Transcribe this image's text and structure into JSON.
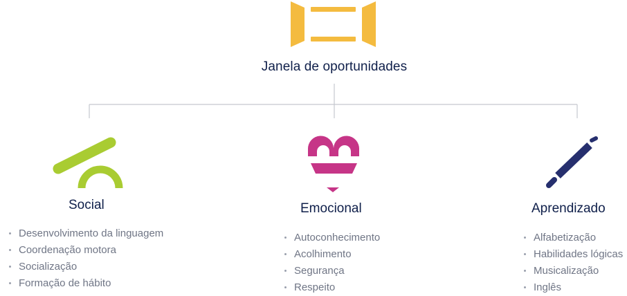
{
  "root": {
    "title": "Janela de oportunidades",
    "icon": "window-icon",
    "color": "#f4bb3f"
  },
  "branches": [
    {
      "title": "Social",
      "icon": "seesaw-icon",
      "color": "#a9cc32",
      "items": [
        "Desenvolvimento da linguagem",
        "Coordenação motora",
        "Socialização",
        "Formação de hábito"
      ]
    },
    {
      "title": "Emocional",
      "icon": "heart-icon",
      "color": "#c63587",
      "items": [
        "Autoconhecimento",
        "Acolhimento",
        "Segurança",
        "Respeito"
      ]
    },
    {
      "title": "Aprendizado",
      "icon": "pencil-icon",
      "color": "#262f6e",
      "items": [
        "Alfabetização",
        "Habilidades lógicas",
        "Musicalização",
        "Inglês"
      ]
    }
  ],
  "connector_color": "#c5c8cf"
}
